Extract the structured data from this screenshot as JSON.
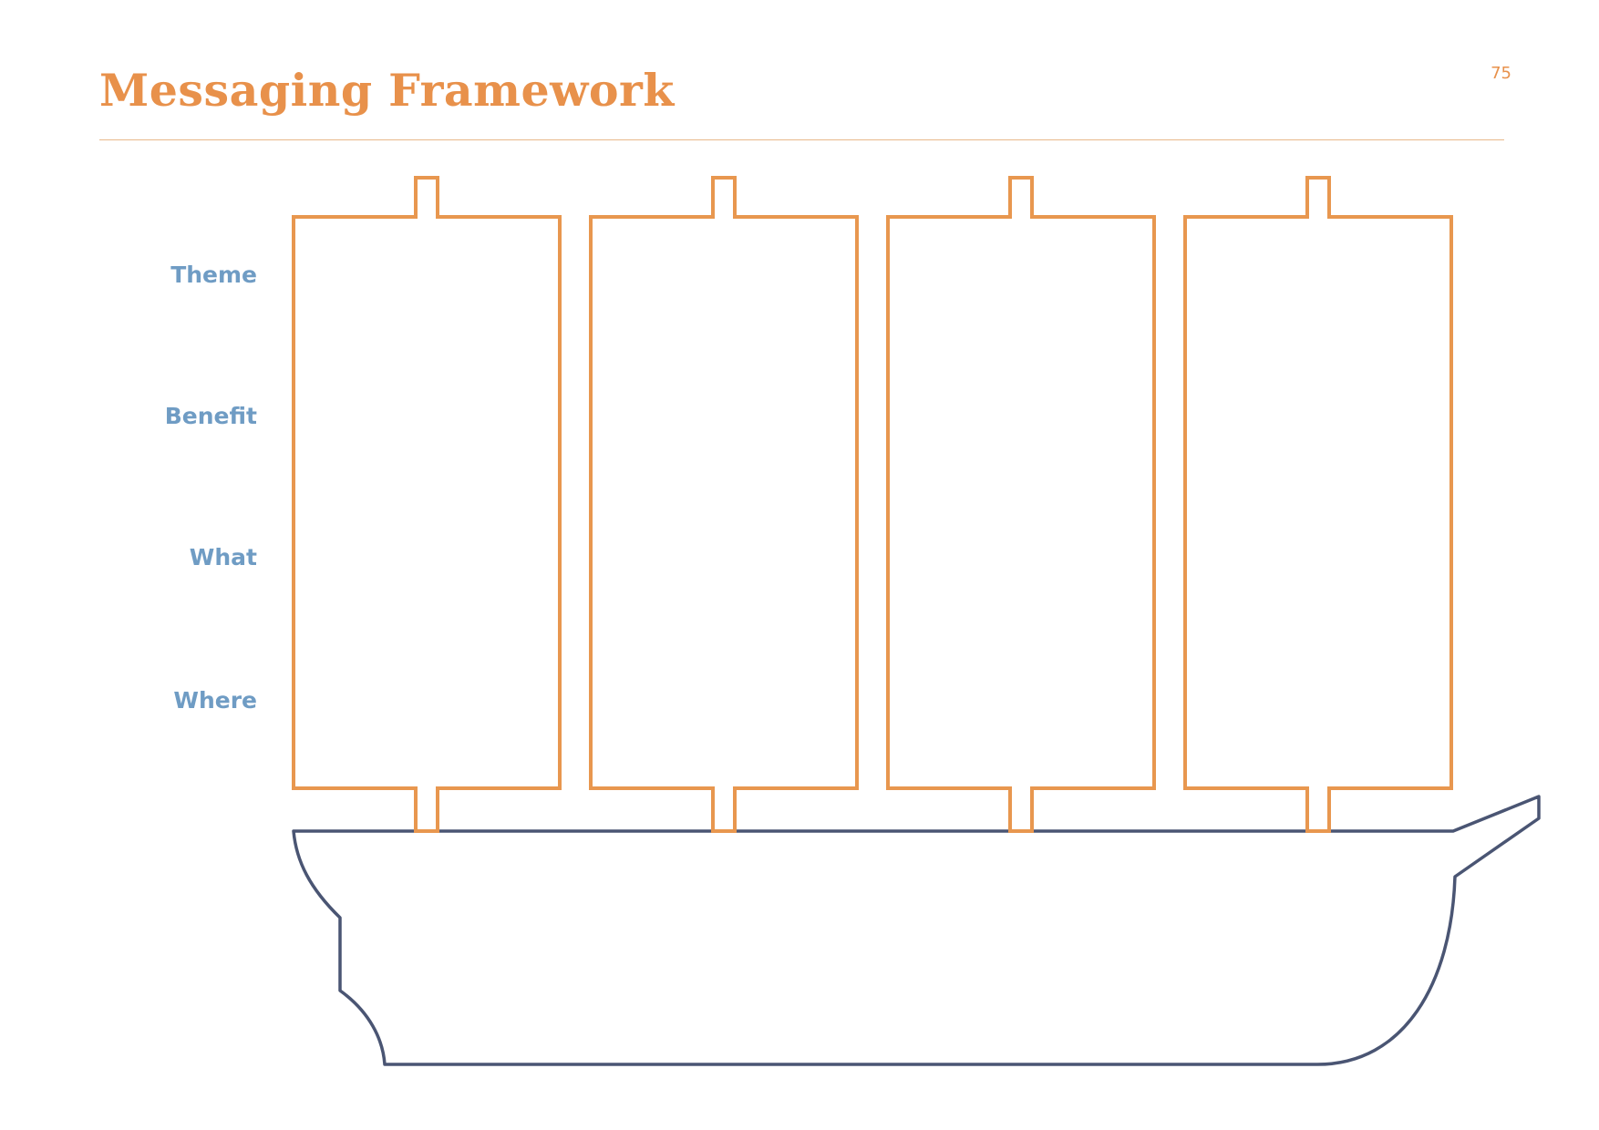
{
  "header": {
    "title": "Messaging Framework",
    "page_number": "75"
  },
  "framework": {
    "row_labels": [
      "Theme",
      "Benefit",
      "What",
      "Where"
    ],
    "sail_count": 4
  },
  "colors": {
    "title": "#e8914b",
    "sail_outline": "#e8974f",
    "row_label": "#6f9cc4",
    "hull_outline": "#4a5573",
    "rule": "#e8b88a"
  }
}
